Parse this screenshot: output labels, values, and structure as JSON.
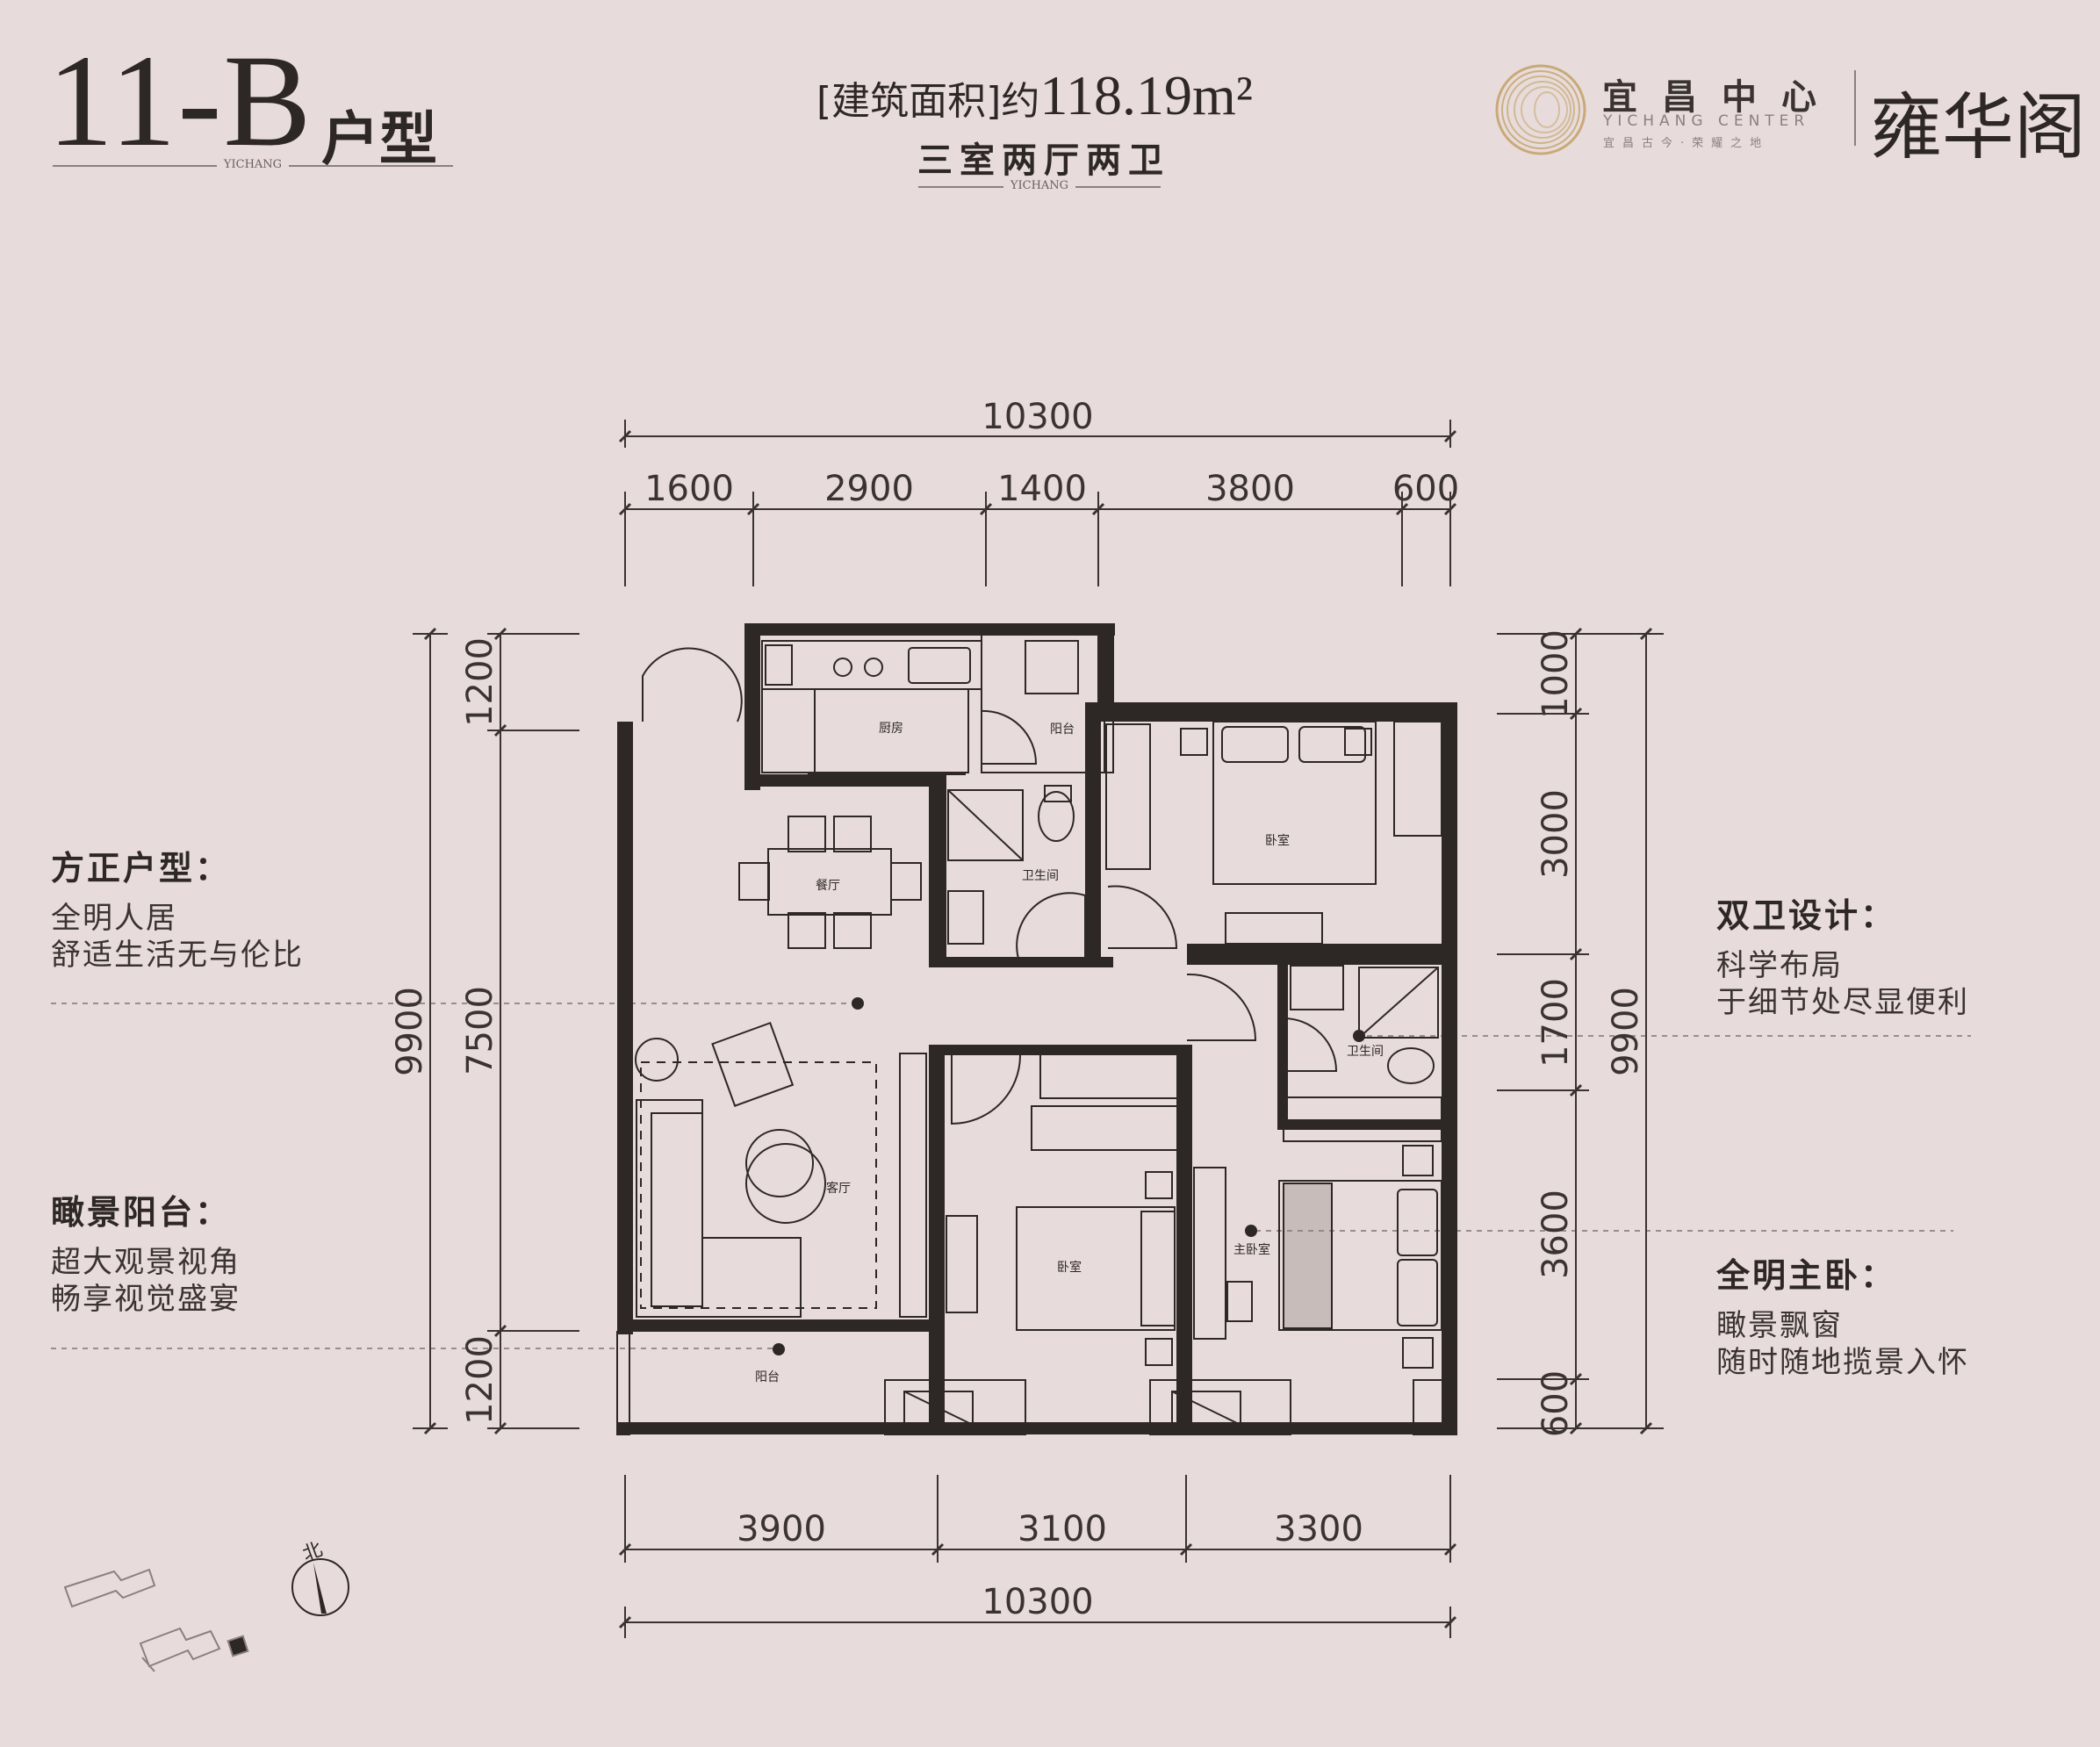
{
  "header": {
    "unit_code": "11-B",
    "unit_suffix": "户型",
    "brand_sub": "YICHANG",
    "area_label": "[建筑面积]约",
    "area_value": "118.19m²",
    "layout": "三室两厅两卫"
  },
  "logo": {
    "cn": "宜昌中心",
    "en": "YICHANG CENTER",
    "slogan": "宜昌古今·荣耀之地",
    "project": "雍华阁"
  },
  "features": [
    {
      "title": "方正户型：",
      "lines": [
        "全明人居",
        "舒适生活无与伦比"
      ]
    },
    {
      "title": "瞰景阳台：",
      "lines": [
        "超大观景视角",
        "畅享视觉盛宴"
      ]
    },
    {
      "title": "双卫设计：",
      "lines": [
        "科学布局",
        "于细节处尽显便利"
      ]
    },
    {
      "title": "全明主卧：",
      "lines": [
        "瞰景飘窗",
        "随时随地揽景入怀"
      ]
    }
  ],
  "dimensions": {
    "top_total": "10300",
    "top_parts": [
      "1600",
      "2900",
      "1400",
      "3800",
      "600"
    ],
    "bottom_parts": [
      "3900",
      "3100",
      "3300"
    ],
    "bottom_total": "10300",
    "left_total": "9900",
    "left_parts": [
      "1200",
      "7500",
      "1200"
    ],
    "right_parts": [
      "1000",
      "3000",
      "1700",
      "3600",
      "600"
    ],
    "right_total": "9900"
  },
  "rooms": {
    "kitchen": "厨房",
    "balcony_small": "阳台",
    "dining": "餐厅",
    "bath1": "卫生间",
    "bedroom1": "卧室",
    "living": "客厅",
    "bath2": "卫生间",
    "bedroom2": "卧室",
    "master": "主卧室",
    "balcony": "阳台"
  },
  "compass": "北",
  "colors": {
    "background": "#e7dcdb",
    "wall": "#2d2726",
    "line": "#3a3332",
    "accent_gold": "#c9a977"
  }
}
